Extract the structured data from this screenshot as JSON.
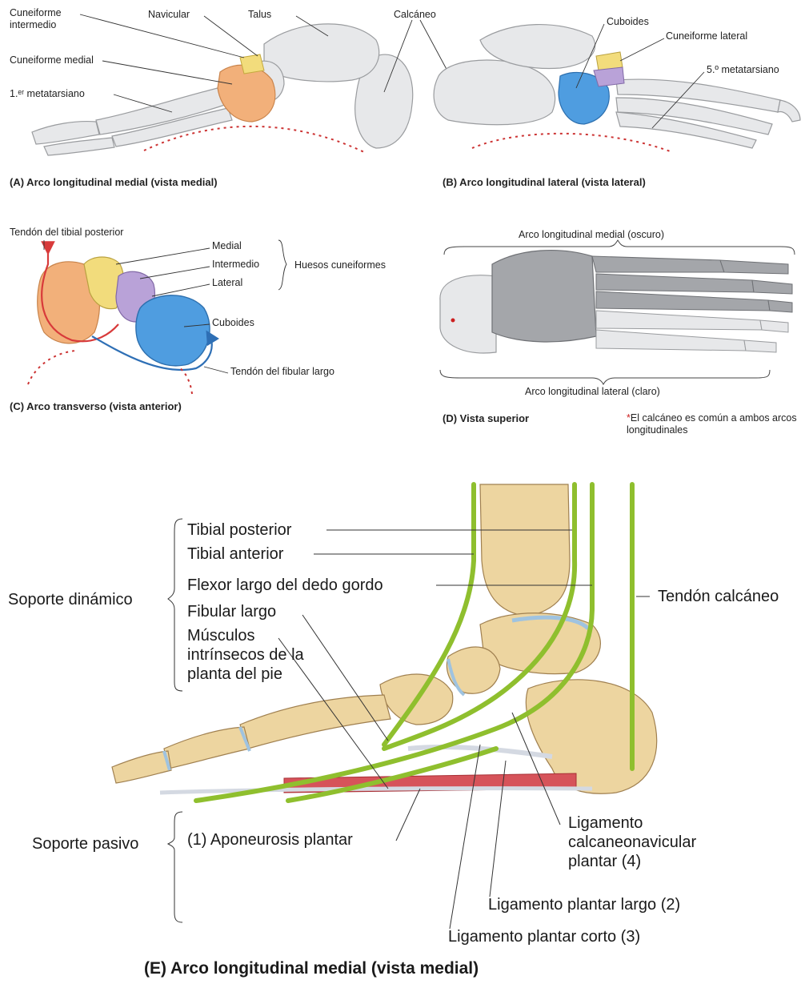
{
  "panel_a": {
    "labels": {
      "cuneiforme_intermedio": "Cuneiforme intermedio",
      "navicular": "Navicular",
      "talus": "Talus",
      "cuneiforme_medial": "Cuneiforme medial",
      "primer_metatarsiano": "1.ᵉʳ metatarsiano"
    },
    "caption": "(A) Arco longitudinal medial (vista medial)"
  },
  "calcaneo_shared": "Calcáneo",
  "panel_b": {
    "labels": {
      "cuboides": "Cuboides",
      "cuneiforme_lateral": "Cuneiforme lateral",
      "quinto_metatarsiano": "5.º metatarsiano"
    },
    "caption": "(B) Arco longitudinal lateral (vista lateral)"
  },
  "panel_c": {
    "labels": {
      "tendon_tibial_posterior": "Tendón del tibial posterior",
      "medial": "Medial",
      "intermedio": "Intermedio",
      "lateral": "Lateral",
      "huesos_cuneiformes": "Huesos cuneiformes",
      "cuboides": "Cuboides",
      "tendon_fibular_largo": "Tendón del fibular largo"
    },
    "caption": "(C) Arco transverso (vista anterior)"
  },
  "panel_d": {
    "labels": {
      "arco_medial": "Arco longitudinal medial (oscuro)",
      "arco_lateral": "Arco longitudinal lateral (claro)"
    },
    "caption": "(D) Vista superior",
    "footnote_star": "*",
    "footnote": "El calcáneo es común a ambos arcos longitudinales"
  },
  "panel_e": {
    "labels": {
      "soporte_dinamico": "Soporte dinámico",
      "tibial_posterior": "Tibial posterior",
      "tibial_anterior": "Tibial anterior",
      "flexor_largo": "Flexor largo del dedo gordo",
      "fibular_largo": "Fibular largo",
      "musculos_intrinsecos": "Músculos intrínsecos de la planta del pie",
      "tendon_calcaneo": "Tendón calcáneo",
      "soporte_pasivo": "Soporte pasivo",
      "aponeurosis": "(1) Aponeurosis plantar",
      "ligamento_calcaneonavicular": "Ligamento calcaneonavicular plantar (4)",
      "ligamento_plantar_largo": "Ligamento plantar largo (2)",
      "ligamento_plantar_corto": "Ligamento plantar corto (3)"
    },
    "caption": "(E) Arco longitudinal medial (vista medial)"
  },
  "colors": {
    "bone": "#e7e8ea",
    "bone_dark": "#a4a6aa",
    "bone_tan": "#edd5a0",
    "medial_cuneiform": "#f2b07a",
    "intermediate_cuneiform": "#f2dc7c",
    "lateral_cuneiform": "#b9a2d8",
    "cuboid": "#4f9de0",
    "tendon_green": "#8fbf2e",
    "muscle_red": "#d6535a",
    "arch_dots": "#cc3333",
    "tendon_arrow_red": "#d83a3a",
    "tendon_arrow_blue": "#2e6fb5"
  },
  "icons": {
    "calcaneus_mark": "red-dot",
    "tendon_arrows": "curved-arrow"
  }
}
